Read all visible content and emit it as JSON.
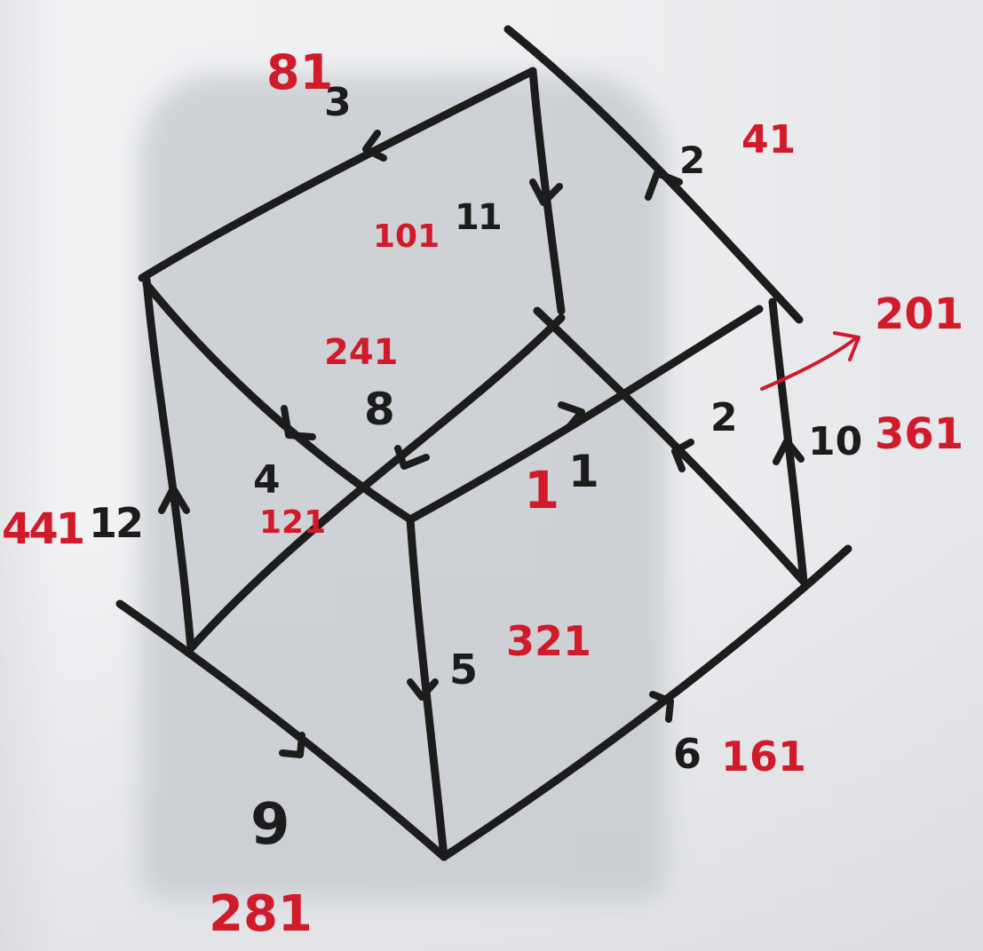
{
  "edge_numbers": {
    "e1": "1",
    "e2": "2",
    "e3": "3",
    "e4": "4",
    "e5": "5",
    "e6": "6",
    "e8": "8",
    "e9": "9",
    "e10": "10",
    "e11": "11",
    "e12": "12",
    "e_top_right": "2"
  },
  "red_values": {
    "v81": "81",
    "v241_top": "41",
    "v101": "101",
    "v201": "201",
    "v361": "361",
    "v241_mid": "241",
    "v121": "121",
    "v441": "441",
    "v321": "321",
    "v161": "161",
    "v281": "281",
    "v1": "1"
  },
  "colors": {
    "ink": "#1c1c1c",
    "red_ink": "#d11a2a",
    "paper": "#eeeff1",
    "shadow": "#b4b9bf"
  }
}
